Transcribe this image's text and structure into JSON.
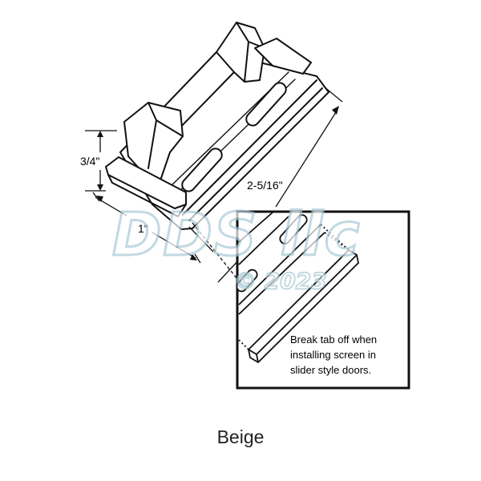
{
  "dimensions": {
    "height": "3/4\"",
    "width": "1\"",
    "length": "2-5/16\""
  },
  "callout": {
    "lines": [
      "Break tab off when",
      "installing screen in",
      "slider style doors."
    ]
  },
  "watermark": {
    "text": "DDS llc",
    "year": "© 2023",
    "color": "#a9c9d6"
  },
  "caption": "Beige"
}
